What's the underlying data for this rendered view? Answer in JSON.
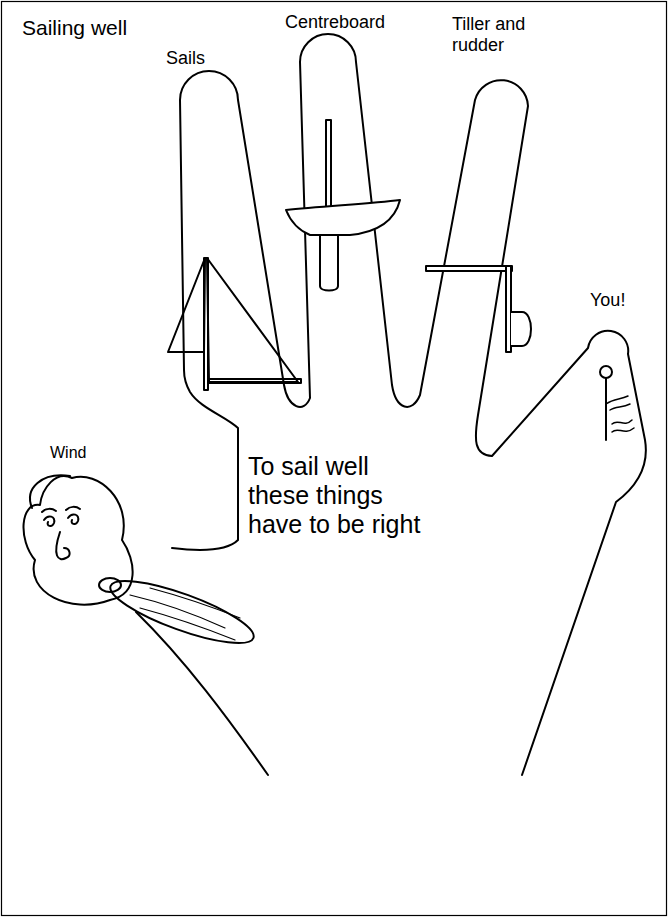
{
  "diagram": {
    "title": "Sailing well",
    "labels": [
      "Sails",
      "Centreboard",
      "Tiller and rudder",
      "You!",
      "Wind",
      "To sail well these things have to be right"
    ]
  }
}
